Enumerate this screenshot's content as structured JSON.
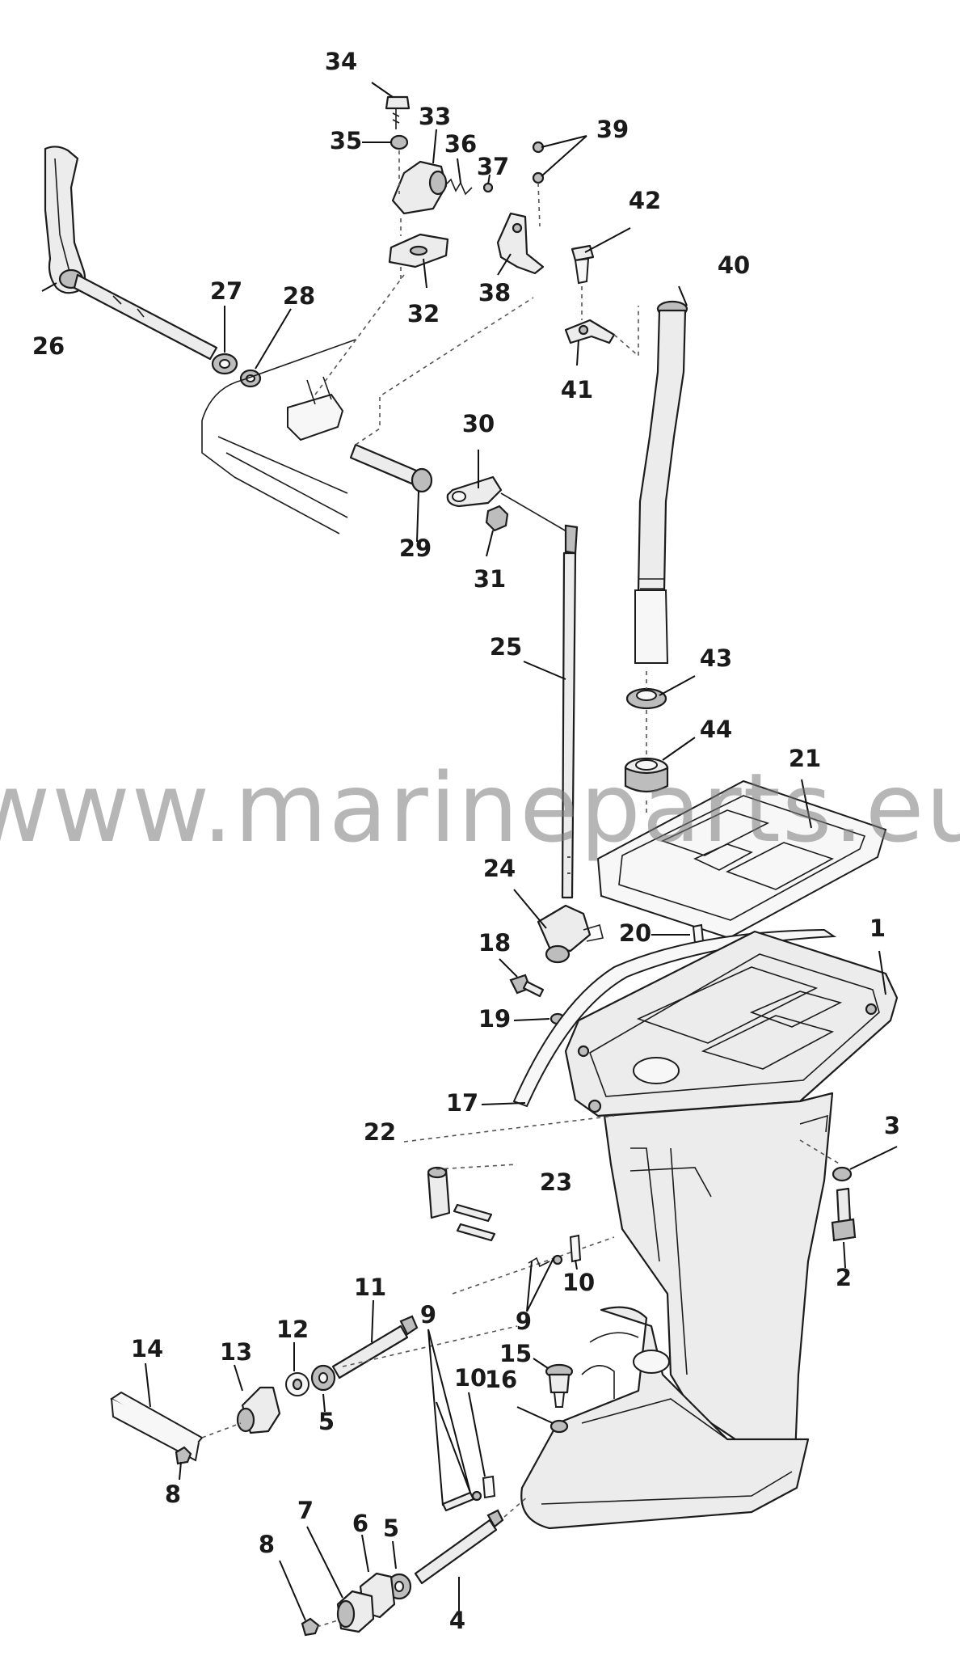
{
  "watermark": "www.marineparts.eu",
  "callouts": [
    {
      "id": "c1",
      "label": "1"
    },
    {
      "id": "c2",
      "label": "2"
    },
    {
      "id": "c3",
      "label": "3"
    },
    {
      "id": "c4",
      "label": "4"
    },
    {
      "id": "c5a",
      "label": "5"
    },
    {
      "id": "c5b",
      "label": "5"
    },
    {
      "id": "c6",
      "label": "6"
    },
    {
      "id": "c7",
      "label": "7"
    },
    {
      "id": "c8a",
      "label": "8"
    },
    {
      "id": "c8b",
      "label": "8"
    },
    {
      "id": "c9a",
      "label": "9"
    },
    {
      "id": "c9b",
      "label": "9"
    },
    {
      "id": "c10a",
      "label": "10"
    },
    {
      "id": "c10b",
      "label": "10"
    },
    {
      "id": "c11",
      "label": "11"
    },
    {
      "id": "c12",
      "label": "12"
    },
    {
      "id": "c13",
      "label": "13"
    },
    {
      "id": "c14",
      "label": "14"
    },
    {
      "id": "c15",
      "label": "15"
    },
    {
      "id": "c16",
      "label": "16"
    },
    {
      "id": "c17",
      "label": "17"
    },
    {
      "id": "c18",
      "label": "18"
    },
    {
      "id": "c19",
      "label": "19"
    },
    {
      "id": "c20",
      "label": "20"
    },
    {
      "id": "c21",
      "label": "21"
    },
    {
      "id": "c22",
      "label": "22"
    },
    {
      "id": "c23",
      "label": "23"
    },
    {
      "id": "c24",
      "label": "24"
    },
    {
      "id": "c25",
      "label": "25"
    },
    {
      "id": "c26",
      "label": "26"
    },
    {
      "id": "c27",
      "label": "27"
    },
    {
      "id": "c28",
      "label": "28"
    },
    {
      "id": "c29",
      "label": "29"
    },
    {
      "id": "c30",
      "label": "30"
    },
    {
      "id": "c31",
      "label": "31"
    },
    {
      "id": "c32",
      "label": "32"
    },
    {
      "id": "c33",
      "label": "33"
    },
    {
      "id": "c34",
      "label": "34"
    },
    {
      "id": "c35",
      "label": "35"
    },
    {
      "id": "c36",
      "label": "36"
    },
    {
      "id": "c37",
      "label": "37"
    },
    {
      "id": "c38",
      "label": "38"
    },
    {
      "id": "c39",
      "label": "39"
    },
    {
      "id": "c40",
      "label": "40"
    },
    {
      "id": "c41",
      "label": "41"
    },
    {
      "id": "c42",
      "label": "42"
    },
    {
      "id": "c43",
      "label": "43"
    },
    {
      "id": "c44",
      "label": "44"
    }
  ]
}
